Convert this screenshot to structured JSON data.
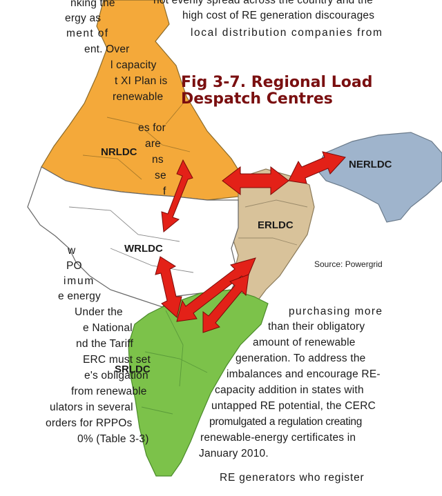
{
  "figure": {
    "title_line1": "Fig 3-7. Regional Load",
    "title_line2": "Despatch Centres",
    "source": "Source: Powergrid"
  },
  "regions": {
    "north": {
      "label": "NRLDC",
      "color": "#f4a93a"
    },
    "west": {
      "label": "WRLDC",
      "color": "#ffffff"
    },
    "east": {
      "label": "ERLDC",
      "color": "#d8c29a"
    },
    "northeast": {
      "label": "NERLDC",
      "color": "#9fb4cc"
    },
    "south": {
      "label": "SRLDC",
      "color": "#7cc24a"
    }
  },
  "colors": {
    "arrow": "#e32118",
    "title": "#7a0f10"
  },
  "text_left": [
    "nking the",
    "ergy as",
    "ment of",
    "ent. Over",
    "l capacity",
    "t XI Plan is",
    "renewable",
    "es for",
    "are",
    "ns",
    "se",
    "f",
    "w",
    "PO",
    "imum",
    "e energy",
    "Under the",
    "e National",
    "nd the Tariff",
    "ERC must set",
    "e's obligation",
    "from renewable",
    "ulators in several",
    "orders for RPPOs",
    "0% (Table 3-3)"
  ],
  "text_top": [
    "not evenly spread across the country and the",
    "high cost of RE generation discourages",
    "local distribution companies from"
  ],
  "text_right": [
    "purchasing more",
    "than their obligatory",
    "amount of renewable",
    "generation. To address the",
    "imbalances and encourage RE-",
    "capacity addition in states with",
    "untapped RE potential, the CERC",
    "promulgated a regulation creating",
    "renewable-energy certificates in",
    "January 2010.",
    "RE generators who register"
  ]
}
